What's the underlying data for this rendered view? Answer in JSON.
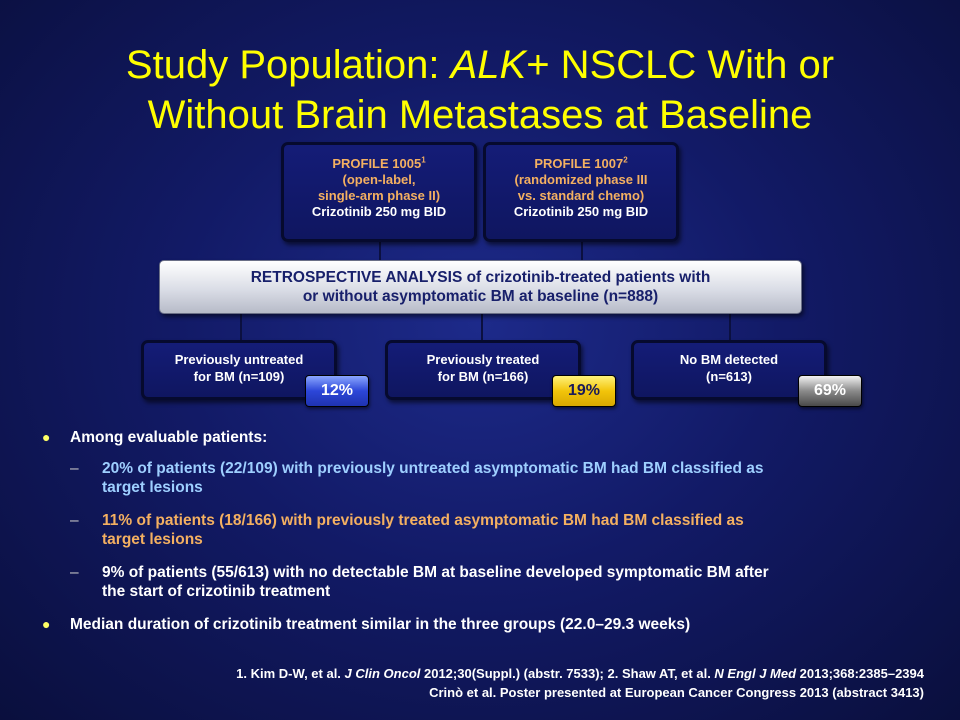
{
  "title": {
    "line1_prefix": "Study Population: ",
    "line1_italic": "ALK",
    "line1_suffix": "+ NSCLC With or",
    "line2": "Without Brain Metastases at Baseline"
  },
  "profiles": [
    {
      "name": "PROFILE 1005",
      "sup": "1",
      "desc1": "(open-label,",
      "desc2": "single-arm phase II)",
      "drug": "Crizotinib 250 mg BID"
    },
    {
      "name": "PROFILE 1007",
      "sup": "2",
      "desc1": "(randomized phase III",
      "desc2": "vs. standard chemo)",
      "drug": "Crizotinib 250 mg BID"
    }
  ],
  "retrospective": {
    "line1": "RETROSPECTIVE ANALYSIS of crizotinib-treated patients with",
    "line2": "or without asymptomatic BM at baseline (n=888)"
  },
  "groups": [
    {
      "line1": "Previously untreated",
      "line2": "for BM (n=109)",
      "percent": "12%",
      "badge_color": "#2c46d8"
    },
    {
      "line1": "Previously treated",
      "line2": "for BM (n=166)",
      "percent": "19%",
      "badge_color": "#f2c40a"
    },
    {
      "line1": "No BM detected",
      "line2": "(n=613)",
      "percent": "69%",
      "badge_color": "#8a8a8a"
    }
  ],
  "bullets": {
    "b1": "Among evaluable patients:",
    "sub1_l1": "20% of patients (22/109) with previously untreated asymptomatic BM had BM classified as",
    "sub1_l2": "target lesions",
    "sub2_l1": "11% of patients (18/166) with previously treated asymptomatic BM had BM classified as",
    "sub2_l2": "target lesions",
    "sub3_l1": "9% of patients (55/613) with no detectable BM at baseline developed symptomatic BM after",
    "sub3_l2": "the start of crizotinib treatment",
    "b2": "Median duration of crizotinib treatment similar in the three groups (22.0–29.3 weeks)"
  },
  "references": {
    "r1_a": "1. Kim D-W, et al. ",
    "r1_journal1": "J Clin Oncol",
    "r1_b": " 2012;30(Suppl.) (abstr. 7533); 2. Shaw AT, et al. ",
    "r1_journal2": "N Engl J Med",
    "r1_c": " 2013;368:2385–2394",
    "r2": "Crinò et al. Poster presented at European Cancer Congress 2013 (abstract 3413)"
  },
  "colors": {
    "title": "#ffff00",
    "accent_orange": "#f4b061",
    "accent_blue_text": "#9ecfff",
    "background": "#121a66"
  }
}
